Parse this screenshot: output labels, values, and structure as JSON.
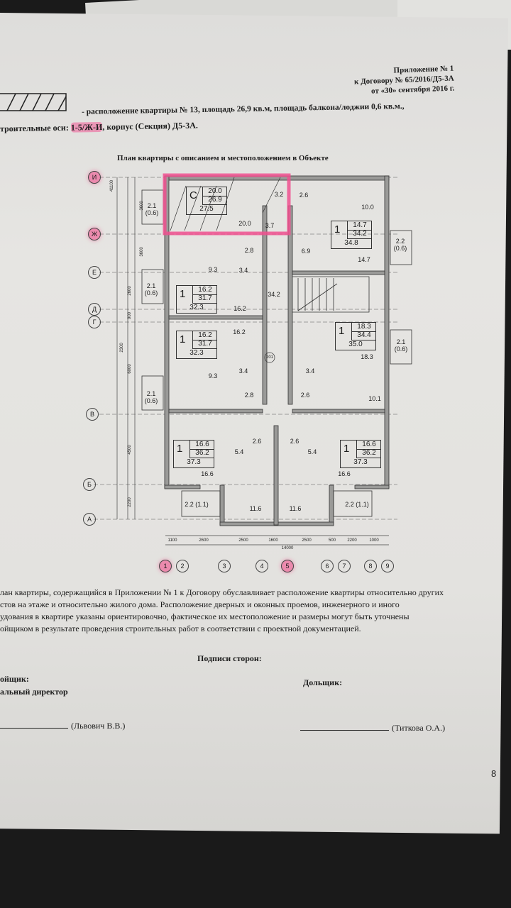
{
  "header": {
    "line1": "Приложение № 1",
    "line2": "к Договору № 65/2016/Д5-3А",
    "line3": "от «30» сентября 2016 г."
  },
  "legend": {
    "line1": "- расположение квартиры № 13, площадь 26,9 кв.м, площадь балкона/лоджии 0,6 кв.м.,",
    "line2_prefix": "троительные оси: ",
    "line2_axes": "1-5/Ж-И",
    "line2_rest": ", корпус (Секция) Д5-3А."
  },
  "plan": {
    "title": "План квартиры с описанием и местоположением в Объекте",
    "apartments": [
      {
        "type": "С",
        "living": "20.0",
        "total": "26.9",
        "total_with_balcony": "27.5"
      },
      {
        "type": "1",
        "living": "14.7",
        "total": "34.2",
        "total_with_balcony": "34.8"
      },
      {
        "type": "1",
        "living": "16.2",
        "total": "31.7",
        "total_with_balcony": "32.3"
      },
      {
        "type": "1",
        "living": "16.2",
        "total": "31.7",
        "total_with_balcony": "32.3"
      },
      {
        "type": "1",
        "living": "18.3",
        "total": "34.4",
        "total_with_balcony": "35.0"
      },
      {
        "type": "1",
        "living": "16.6",
        "total": "36.2",
        "total_with_balcony": "37.3"
      },
      {
        "type": "1",
        "living": "16.6",
        "total": "36.2",
        "total_with_balcony": "37.3"
      }
    ],
    "rooms": [
      "20.0",
      "3.7",
      "3.2",
      "2.6",
      "10.0",
      "14.7",
      "6.9",
      "2.8",
      "9.3",
      "3.4",
      "16.2",
      "34.2",
      "16.2",
      "18.3",
      "3.4",
      "3.4",
      "9.3",
      "2.8",
      "2.6",
      "10.1",
      "2.6",
      "2.6",
      "5.4",
      "5.4",
      "16.6",
      "16.6",
      "11.6",
      "11.6"
    ],
    "balconies": [
      "2.1 (0.6)",
      "2.2 (0.6)",
      "2.1 (0.6)",
      "2.1 (0.6)",
      "2.1 (0.6)",
      "2.2 (1.1)",
      "2.2 (1.1)"
    ],
    "stair_mark": "201",
    "row_axes": [
      "И",
      "Ж",
      "Е",
      "Д",
      "Г",
      "В",
      "Б",
      "А"
    ],
    "col_axes": [
      "1",
      "2",
      "3",
      "4",
      "5",
      "6",
      "7",
      "8",
      "9"
    ],
    "highlighted_axes": [
      "И",
      "Ж",
      "1",
      "5"
    ],
    "dimensions": [
      "1100",
      "2600",
      "2500",
      "1600",
      "2500",
      "500",
      "2200",
      "1000"
    ],
    "total_dimension": "14000",
    "vertical_dimensions": [
      "41100",
      "3600",
      "3600",
      "2600",
      "900",
      "2300",
      "6000",
      "4500",
      "2200"
    ]
  },
  "note": {
    "line1": "лан квартиры, содержащийся в Приложении № 1 к Договору обуславливает расположение квартиры относительно других",
    "line2": "стов на этаже и относительно жилого дома. Расположение дверных и оконных проемов, инженерного и иного",
    "line3": "удования в квартире указаны ориентировочно, фактическое их местоположение и размеры могут быть уточнены",
    "line4": "ойщиком в результате проведения строительных работ в соответствии с проектной документацией."
  },
  "signatures": {
    "title": "Подписи сторон:",
    "left_role": "ойщик:",
    "left_position": "альный директор",
    "left_name": "(Львович В.В.)",
    "right_role": "Дольщик:",
    "right_name": "(Титкова О.А.)"
  },
  "page_number": "8",
  "colors": {
    "highlight": "#f05a96",
    "paper": "#e4e3e0",
    "ink": "#1c1c1c"
  }
}
